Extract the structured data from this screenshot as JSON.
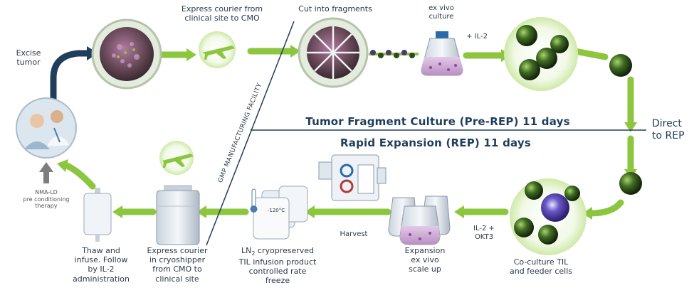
{
  "labels": {
    "excise_tumor": "Excise\ntumor",
    "courier_to_cmo": "Express courier from\nclinical site to CMO",
    "cut_fragments": "Cut into fragments",
    "ex_vivo_culture": "ex vivo\nculture",
    "il2": "+ IL-2",
    "pre_rep": "Tumor Fragment Culture (Pre-REP) 11 days",
    "rep": "Rapid Expansion (REP) 11 days",
    "direct_to_rep": "Direct\nto REP",
    "gmp": "GMP MANUFACTURING FACILITY",
    "nma_ld": "NMA-LD\npre conditioning\ntherapy",
    "thaw_infuse": "Thaw and\ninfuse. Follow\nby IL-2\nadministration",
    "courier_cryoshipper": "Express courier\nin cryoshipper\nfrom CMO to\nclinical site",
    "ln2_prefix": "LN",
    "ln2_sub": "2",
    "ln2_rest": " cryopreserved\nTIL infusion product\ncontrolled rate\nfreeze",
    "freeze_temp": "-120°C",
    "harvest": "Harvest",
    "expansion": "Expansion\nex vivo\nscale up",
    "il2_okt3": "IL-2 +\nOKT3",
    "coculture": "Co-culture TIL\nand feeder cells"
  },
  "colors": {
    "green_arrow": "#8cc63f",
    "navy_arrow": "#1f3e5c",
    "cell_dark": "#1e3a14",
    "cell_light": "#6c9a3a",
    "feeder": "#4a3a9a"
  },
  "icons": [
    "airplane-icon",
    "thermometer-icon",
    "tumor-icon",
    "flask-icon",
    "bioreactor-icon",
    "iv-bag-icon",
    "cryoshipper-icon"
  ]
}
